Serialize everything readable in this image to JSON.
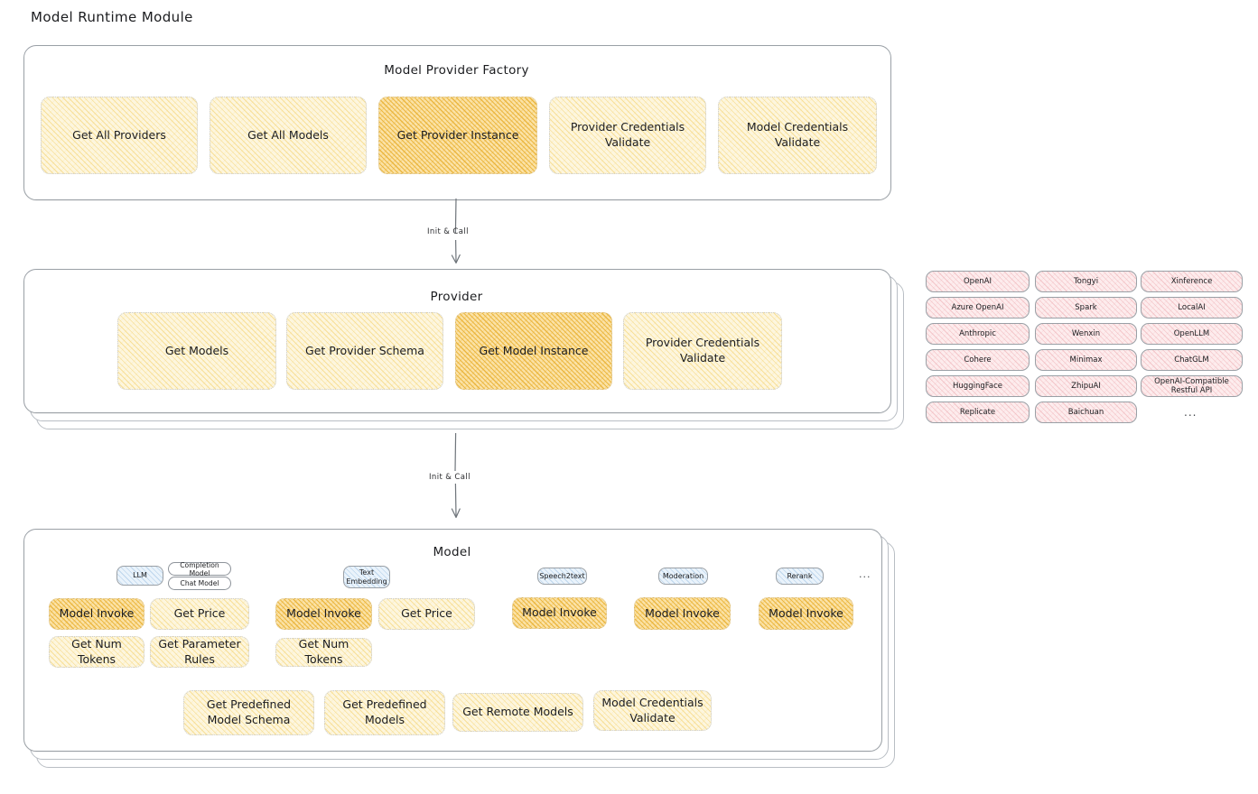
{
  "page": {
    "title": "Model Runtime Module"
  },
  "factory": {
    "title": "Model Provider Factory",
    "nodes": [
      {
        "label": "Get All Providers",
        "highlight": false
      },
      {
        "label": "Get All Models",
        "highlight": false
      },
      {
        "label": "Get Provider Instance",
        "highlight": true
      },
      {
        "label": "Provider Credentials Validate",
        "highlight": false
      },
      {
        "label": "Model Credentials Validate",
        "highlight": false
      }
    ]
  },
  "arrow1": {
    "label": "Init & Call"
  },
  "provider": {
    "title": "Provider",
    "nodes": [
      {
        "label": "Get Models",
        "highlight": false
      },
      {
        "label": "Get Provider Schema",
        "highlight": false
      },
      {
        "label": "Get Model Instance",
        "highlight": true
      },
      {
        "label": "Provider Credentials Validate",
        "highlight": false
      }
    ]
  },
  "provider_list": {
    "columns": [
      {
        "items": [
          "OpenAI",
          "Azure OpenAI",
          "Anthropic",
          "Cohere",
          "HuggingFace",
          "Replicate"
        ]
      },
      {
        "items": [
          "Tongyi",
          "Spark",
          "Wenxin",
          "Minimax",
          "ZhipuAI",
          "Baichuan"
        ]
      },
      {
        "items": [
          "Xinference",
          "LocalAI",
          "OpenLLM",
          "ChatGLM",
          "OpenAI-Compatible Restful API"
        ]
      }
    ],
    "more": "..."
  },
  "arrow2": {
    "label": "Init & Call"
  },
  "model": {
    "title": "Model",
    "more": "...",
    "types": [
      {
        "name": "LLM",
        "subchips": [
          "Completion Model",
          "Chat Model"
        ],
        "nodes": [
          {
            "label": "Model Invoke",
            "highlight": true
          },
          {
            "label": "Get Price",
            "highlight": false
          },
          {
            "label": "Get Num Tokens",
            "highlight": false
          },
          {
            "label": "Get Parameter Rules",
            "highlight": false
          }
        ]
      },
      {
        "name": "Text Embedding",
        "subchips": [],
        "nodes": [
          {
            "label": "Model Invoke",
            "highlight": true
          },
          {
            "label": "Get Price",
            "highlight": false
          },
          {
            "label": "Get Num Tokens",
            "highlight": false
          }
        ]
      },
      {
        "name": "Speech2text",
        "subchips": [],
        "nodes": [
          {
            "label": "Model Invoke",
            "highlight": true
          }
        ]
      },
      {
        "name": "Moderation",
        "subchips": [],
        "nodes": [
          {
            "label": "Model Invoke",
            "highlight": true
          }
        ]
      },
      {
        "name": "Rerank",
        "subchips": [],
        "nodes": [
          {
            "label": "Model Invoke",
            "highlight": true
          }
        ]
      }
    ],
    "common_nodes": [
      {
        "label": "Get Predefined Model Schema"
      },
      {
        "label": "Get Predefined Models"
      },
      {
        "label": "Get Remote Models"
      },
      {
        "label": "Model Credentials Validate"
      }
    ]
  },
  "colors": {
    "node_fill": "#fdf6de",
    "node_highlight_fill": "#fbe2a6",
    "provider_fill": "#fdeced",
    "model_type_fill": "#eaf3fb",
    "border": "#9aa0a6",
    "text": "#1b1c1f"
  }
}
